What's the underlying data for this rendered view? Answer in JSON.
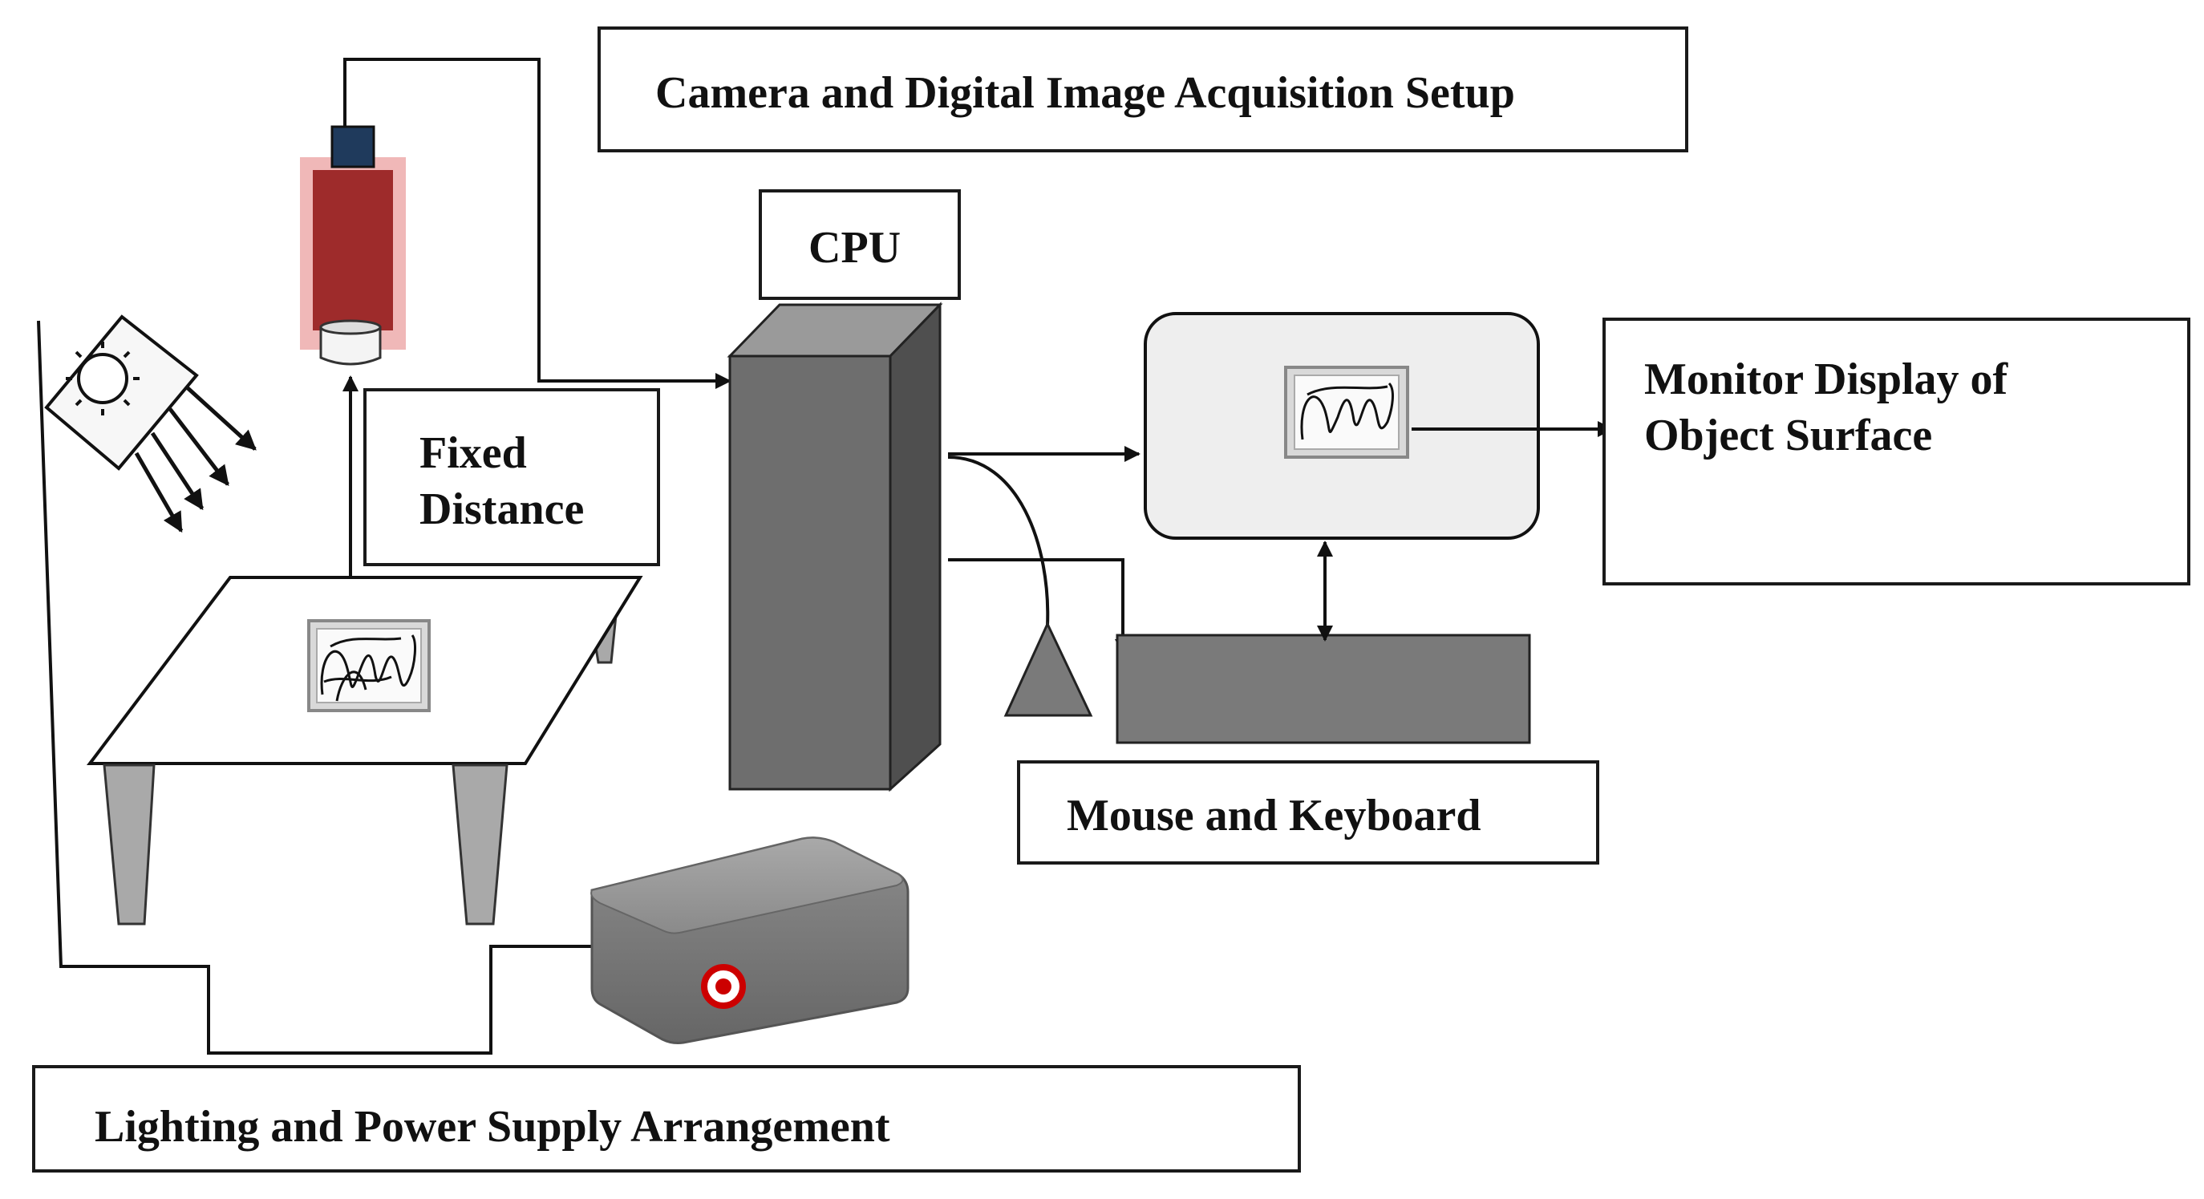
{
  "diagram": {
    "title_label": "Camera and Digital Image Acquisition Setup",
    "cpu_label": "CPU",
    "fixed_distance_label_line1": "Fixed",
    "fixed_distance_label_line2": "Distance",
    "monitor_label_line1": "Monitor Display of",
    "monitor_label_line2": "Object Surface",
    "mouse_keyboard_label": "Mouse and Keyboard",
    "lighting_label": "Lighting and Power Supply Arrangement"
  },
  "colors": {
    "camera_body": "#9e2b2b",
    "camera_glow": "#f0b8b8",
    "camera_top": "#1f3a5c",
    "cpu_front": "#6e6e6e",
    "cpu_side": "#4f4f4f",
    "keyboard": "#7a7a7a",
    "monitor_bg": "#eeeeee",
    "power_box": "#808080",
    "power_button": "#cc0000"
  }
}
